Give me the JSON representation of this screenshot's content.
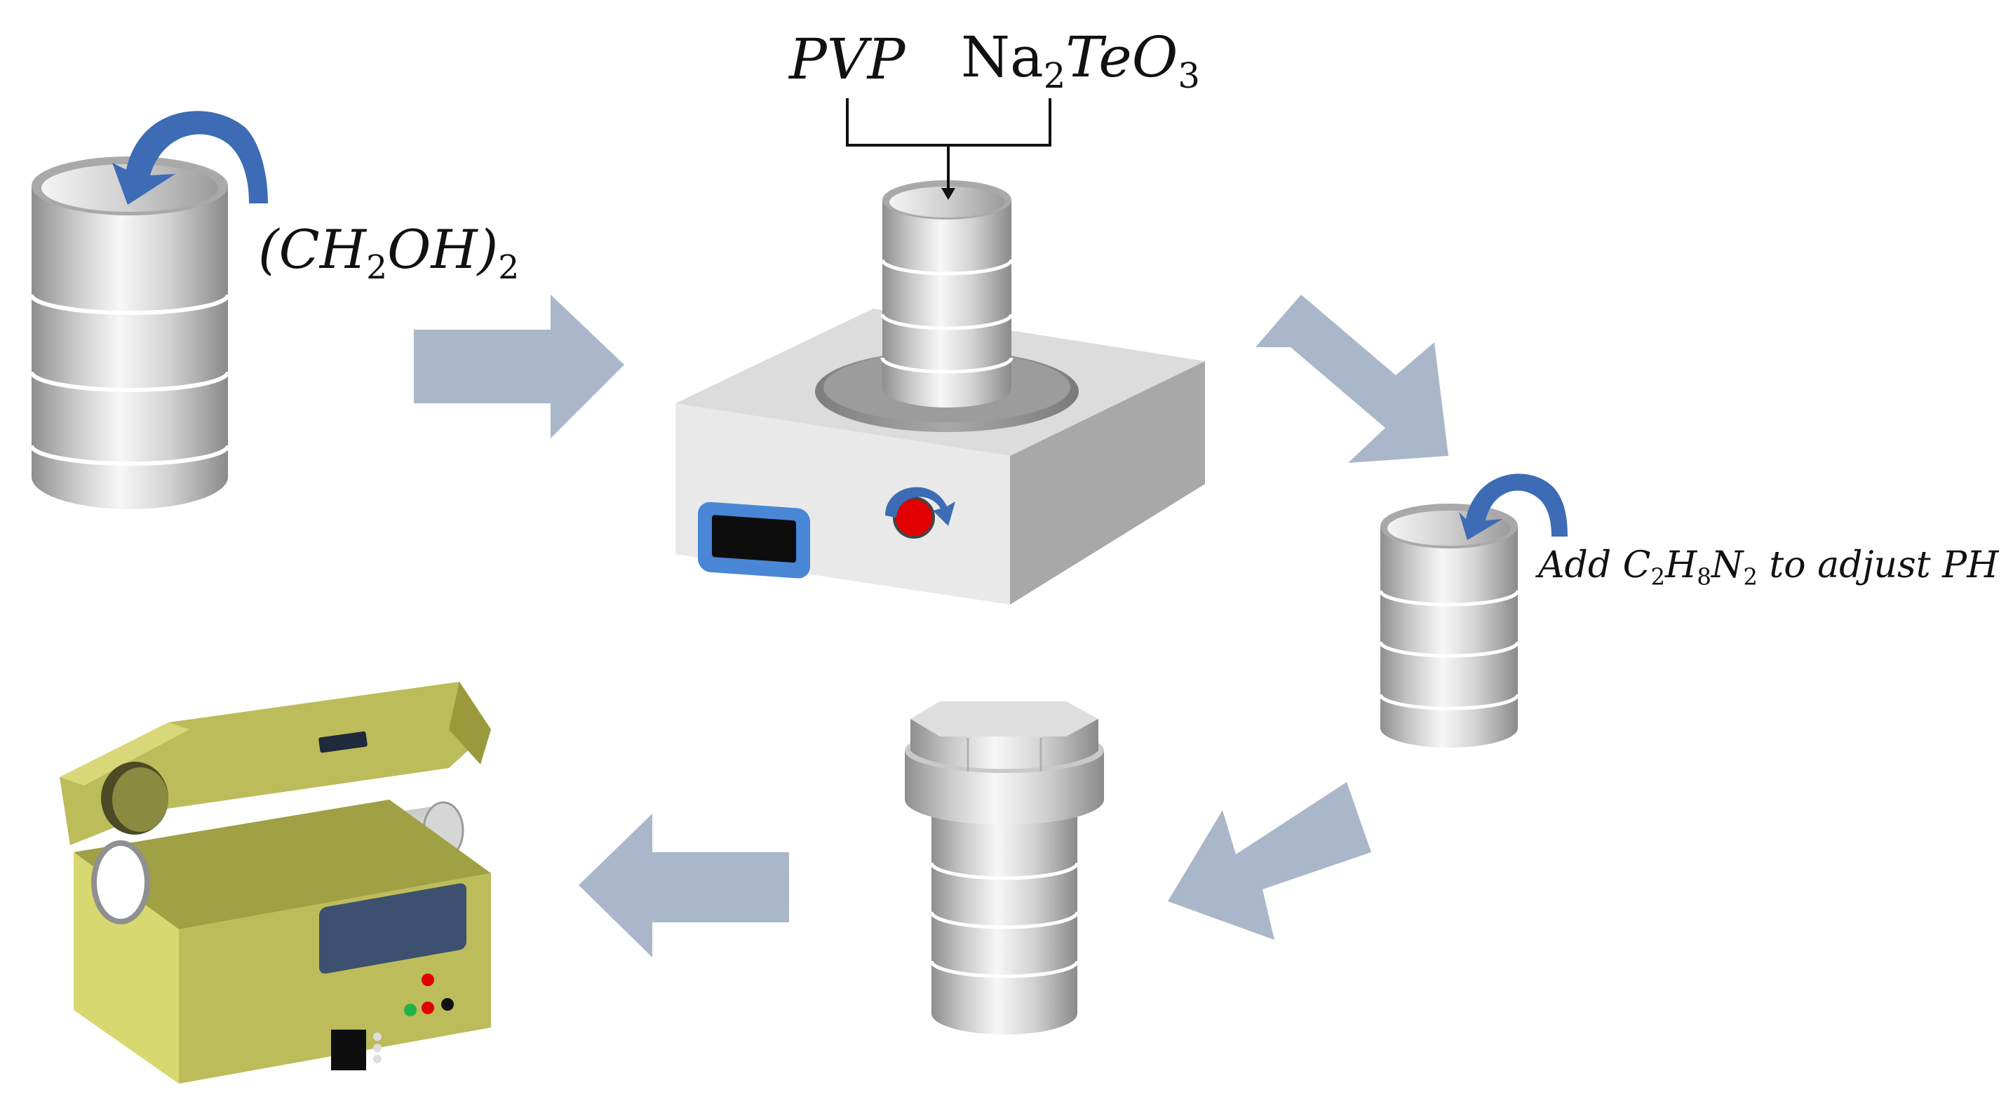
{
  "labels": {
    "ethylene_glycol": {
      "open": "(CH",
      "sub1": "2",
      "mid": "OH)",
      "sub2": "2"
    },
    "pvp": "PVP",
    "sodium_tellurite": {
      "a": "Na",
      "sub1": "2",
      "b": "TeO",
      "sub2": "3"
    },
    "ph_adjust": {
      "a": "Add C",
      "s1": "2",
      "b": "H",
      "s2": "8",
      "c": "N",
      "s3": "2",
      "d": " to adjust PH"
    }
  },
  "colors": {
    "flow_arrow": "#aab7ca",
    "stir_arrow": "#3d6bb5",
    "metal_light": "#f2f2f2",
    "metal_dark": "#8f8f8f",
    "stirrer_base": "#e6e6e6",
    "display_frame": "#4a86d6",
    "knob": "#e00000",
    "furnace": "#bcbc5a"
  },
  "icons": [
    "beaker-icon",
    "magnetic-stirrer-icon",
    "autoclave-icon",
    "tube-furnace-icon",
    "flow-arrow-icon",
    "stir-arrow-icon"
  ]
}
